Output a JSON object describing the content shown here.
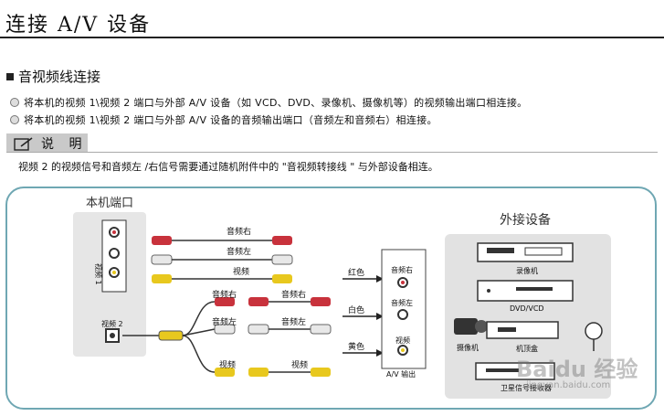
{
  "header": {
    "title": "连接 A/V 设备"
  },
  "section": {
    "title": "音视频线连接",
    "bullets": [
      "将本机的视频 1\\视频 2 端口与外部 A/V 设备（如 VCD、DVD、录像机、摄像机等）的视频输出端口相连接。",
      "将本机的视频 1\\视频 2 端口与外部 A/V 设备的音频输出端口（音频左和音频右）相连接。"
    ]
  },
  "note": {
    "label": "说 明",
    "text": "视频 2 的视频信号和音频左 /右信号需要通过随机附件中的 \"音视频转接线 \" 与外部设备相连。"
  },
  "diagram": {
    "device_ports_title": "本机端口",
    "external_title": "外接设备",
    "video1_label": "视频 1",
    "video2_label": "视频 2",
    "cable_top": {
      "audio_right": "音频右",
      "audio_left": "音频左",
      "video": "视频"
    },
    "adapter": {
      "in_audio_right": "音频右",
      "in_audio_left": "音频左",
      "in_video": "视频",
      "out_audio_right": "音频右",
      "out_audio_left": "音频左",
      "out_video": "视频"
    },
    "colors": {
      "red": "红色",
      "white": "白色",
      "yellow": "黄色"
    },
    "av_out": {
      "audio_right": "音频右",
      "audio_left": "音频左",
      "video": "视频",
      "caption": "A/V 输出"
    },
    "devices": {
      "vcr": "录像机",
      "dvd": "DVD/VCD",
      "camcorder": "摄像机",
      "settop": "机顶盒",
      "satellite": "卫星信号接收器"
    },
    "watermark": {
      "brand": "Baidu 经验",
      "url": "jingyan.baidu.com"
    },
    "cable_colors": {
      "red": "#c8323c",
      "white": "#e8e8e8",
      "yellow": "#e8c81e"
    }
  }
}
